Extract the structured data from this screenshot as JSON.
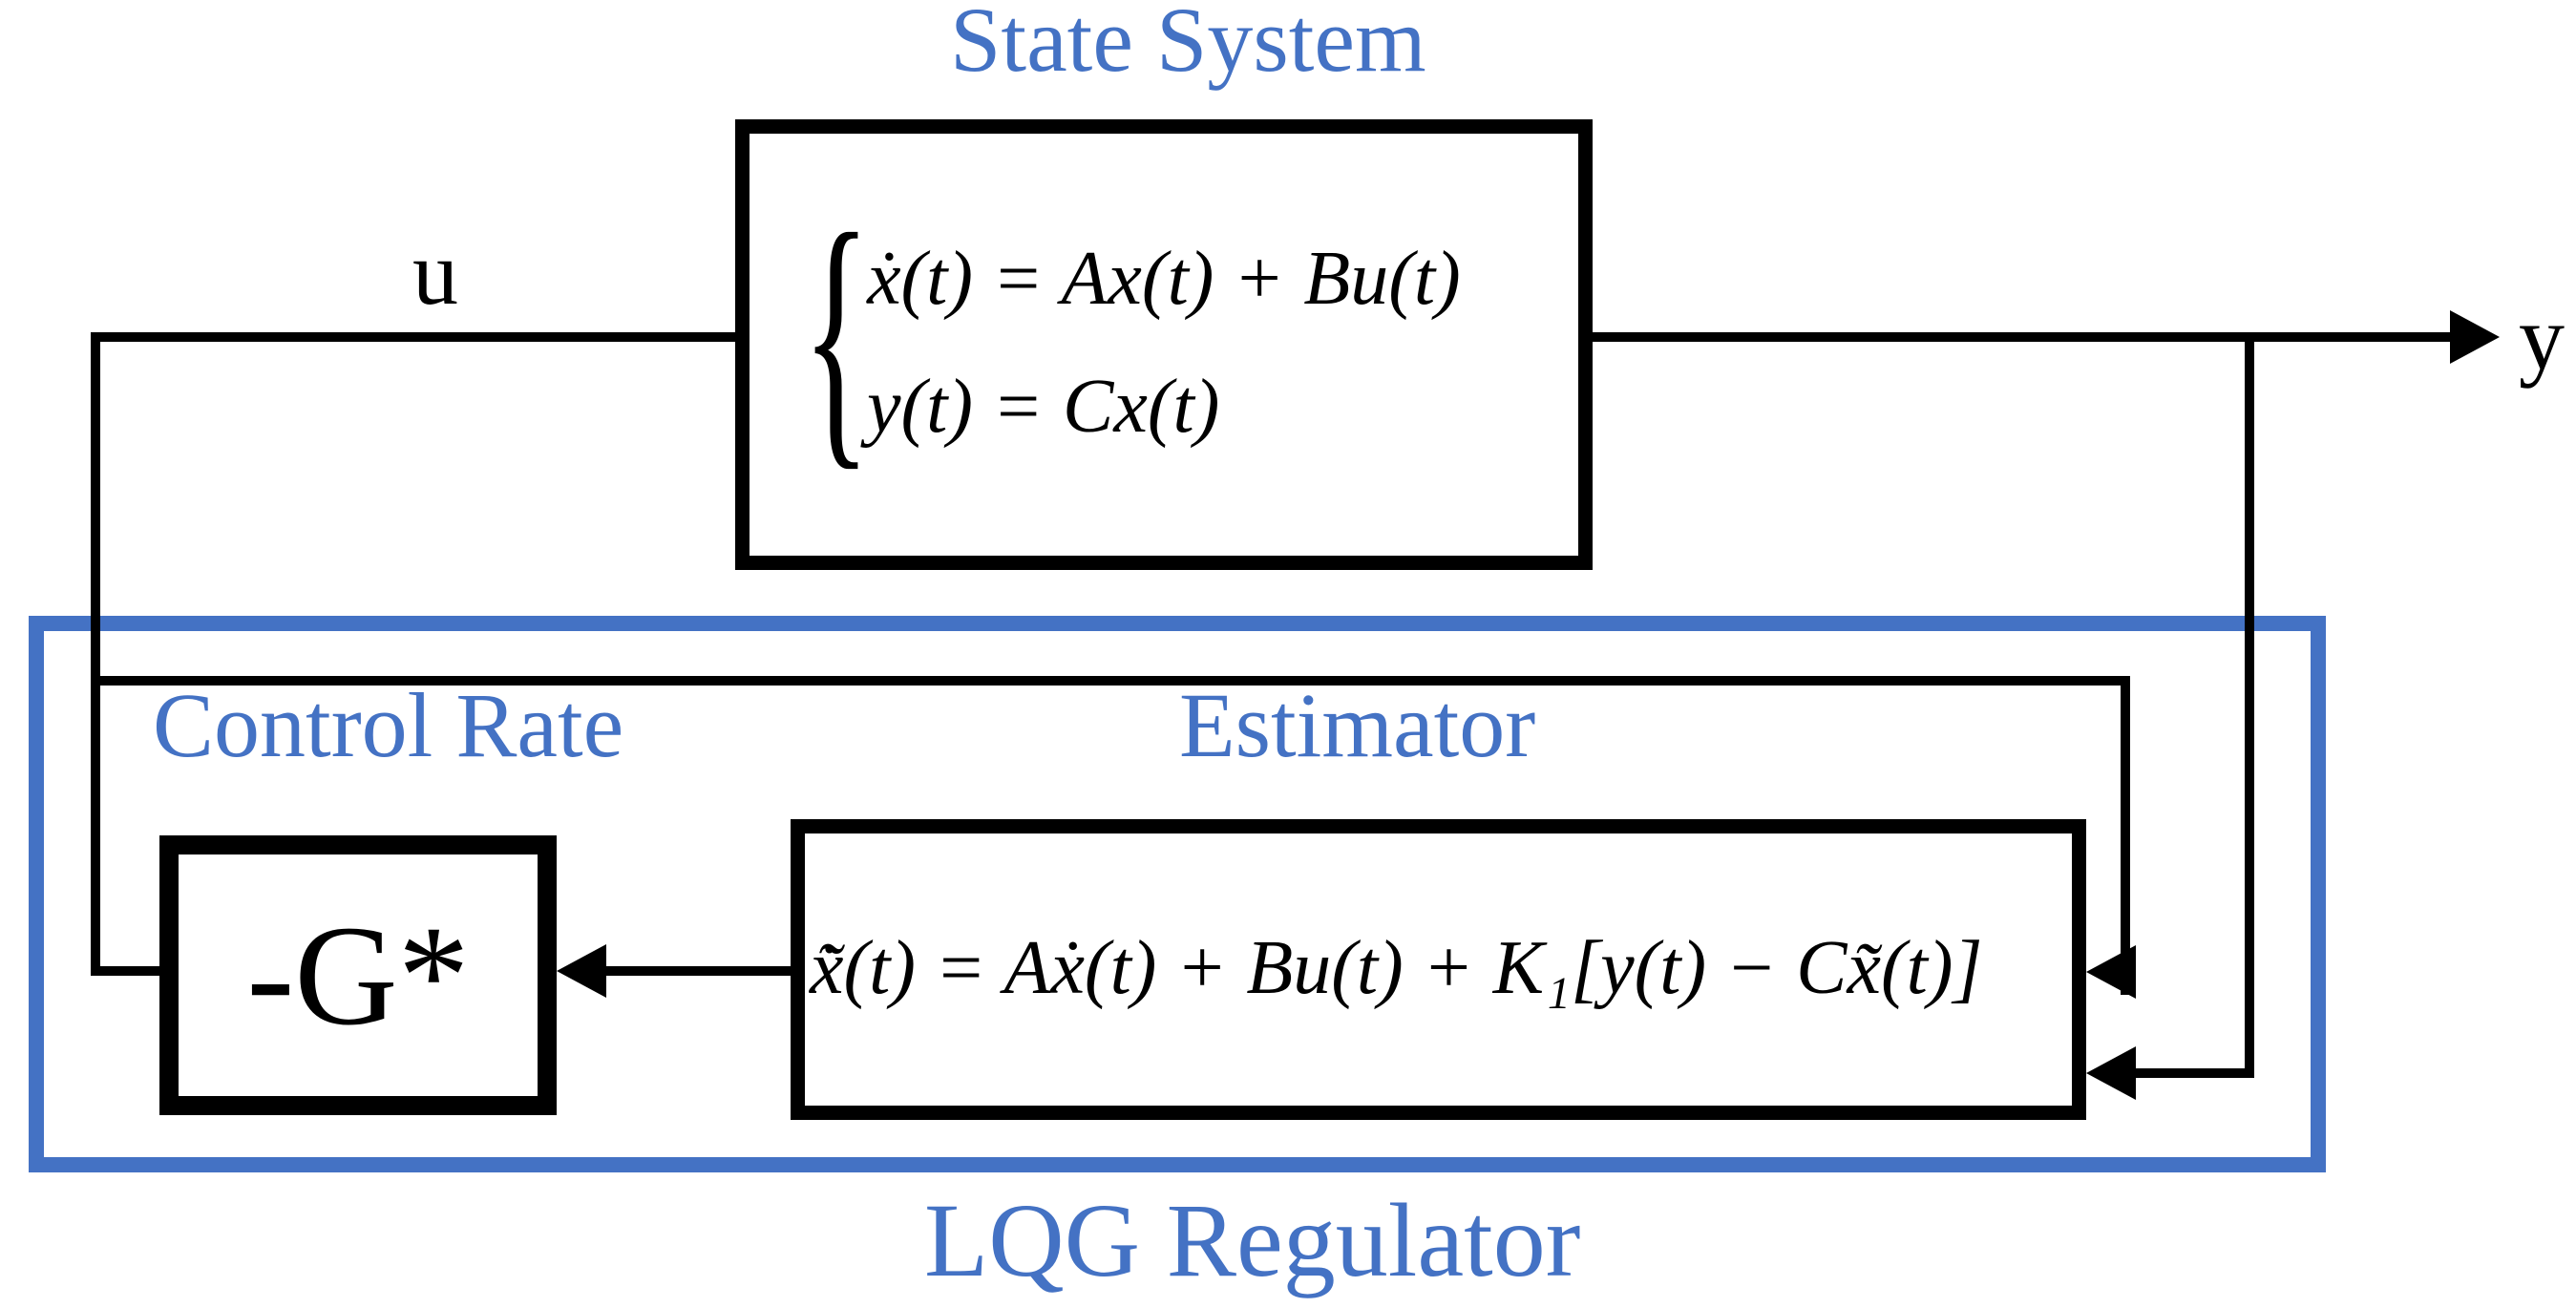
{
  "diagram": {
    "type": "block-diagram",
    "subject": "LQG regulator feedback control system",
    "labels": {
      "state_system": "State System",
      "control_rate": "Control Rate",
      "estimator": "Estimator",
      "lqg_regulator": "LQG Regulator",
      "input_signal": "u",
      "output_signal": "y",
      "gain_block": "-G*"
    },
    "equations": {
      "brace": "{",
      "state_line1": "ẋ(t) = Ax(t) + Bu(t)",
      "state_line2": "y(t) = Cx(t)",
      "estimator": "x̃̇(t) = Aẋ(t) + Bu(t) + K₁[y(t) − Cx̃(t)]"
    },
    "colors": {
      "accent_blue": "#4472C4",
      "line_black": "#000000",
      "background": "#FFFFFF"
    }
  }
}
